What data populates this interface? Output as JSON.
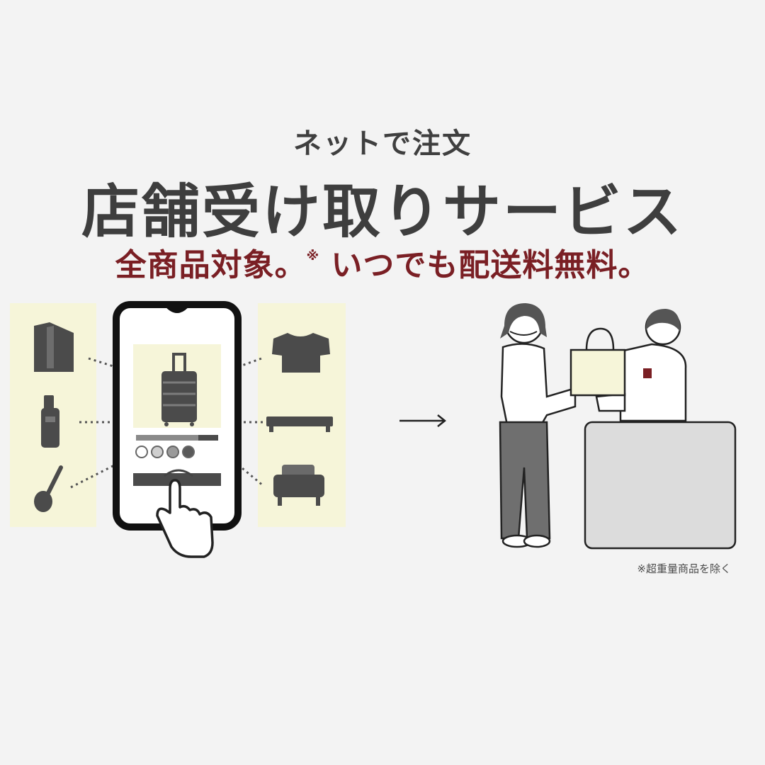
{
  "header": {
    "subtitle": "ネットで注文",
    "title": "店舗受け取りサービス",
    "tagline_part1": "全商品対象。",
    "tagline_mark": "※",
    "tagline_part2": "いつでも配送料無料。"
  },
  "footnote": "※超重量商品を除く",
  "colors": {
    "background": "#f3f3f3",
    "title_text": "#3e3e3e",
    "accent_red": "#7a1f24",
    "panel_yellow": "#f6f5d9",
    "icon_gray": "#4a4a4a"
  },
  "illustration": {
    "left_icons": [
      "file-box-icon",
      "bottle-icon",
      "ladle-icon"
    ],
    "right_icons": [
      "tshirt-icon",
      "bed-icon",
      "armchair-icon"
    ],
    "phone_product": "suitcase-icon",
    "color_swatches": [
      "#ffffff",
      "#cfcfcf",
      "#9a9a9a",
      "#5a5a5a"
    ],
    "arrow": "arrow-right-icon",
    "scene": "store-pickup-counter"
  }
}
